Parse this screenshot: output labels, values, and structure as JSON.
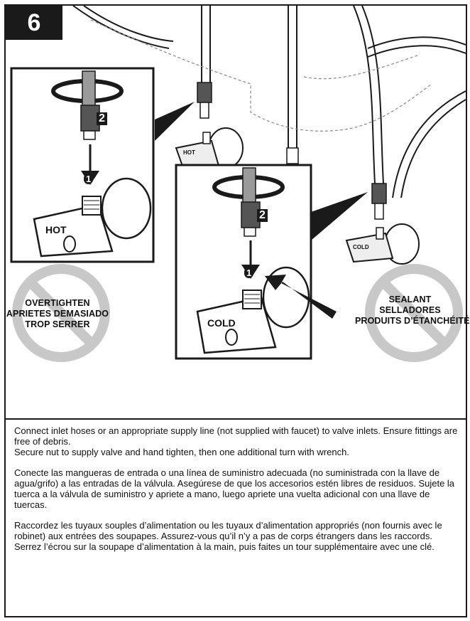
{
  "step": {
    "number": "6"
  },
  "callout_left": {
    "valve_label": "HOT",
    "step_marker_turn": "2",
    "step_marker_connect": "1"
  },
  "callout_right": {
    "valve_label": "COLD",
    "step_marker_turn": "2",
    "step_marker_connect": "1"
  },
  "scene": {
    "hot_valve_label": "HOT",
    "cold_valve_label": "COLD"
  },
  "warnings": {
    "overtighten": [
      "OVERTIGHTEN",
      "APRIETES DEMASIADO",
      "TROP SERRER"
    ],
    "sealant": [
      "SEALANT",
      "SELLADORES",
      "PRODUITS D’ÉTANCHÉITÉ"
    ]
  },
  "instructions": {
    "en_1": "Connect inlet hoses or an appropriate supply line (not supplied with faucet) to valve inlets. Ensure fittings are free of debris.",
    "en_2": "Secure nut to supply valve and hand tighten, then one additional turn with wrench.",
    "es": "Conecte las mangueras de entrada o una línea de suministro adecuada (no suministrada con la llave de agua/grifo) a las entradas de la válvula. Asegúrese de que los accesorios estén libres de residuos. Sujete la tuerca a la válvula de suministro y apriete a mano, luego apriete una vuelta adicional con una llave de tuercas.",
    "fr": "Raccordez les tuyaux souples d’alimentation ou les tuyaux d’alimentation appropriés (non fournis avec le robinet) aux entrées des soupapes. Assurez-vous qu’il n’y a pas de corps étrangers dans les raccords. Serrez l’écrou sur la soupape d’alimentation à la main, puis faites un tour supplémentaire avec une clé."
  },
  "colors": {
    "ink": "#1a1a1a",
    "prohibit_gray": "#c8c8c8",
    "hose_gray": "#9a9a9a"
  }
}
